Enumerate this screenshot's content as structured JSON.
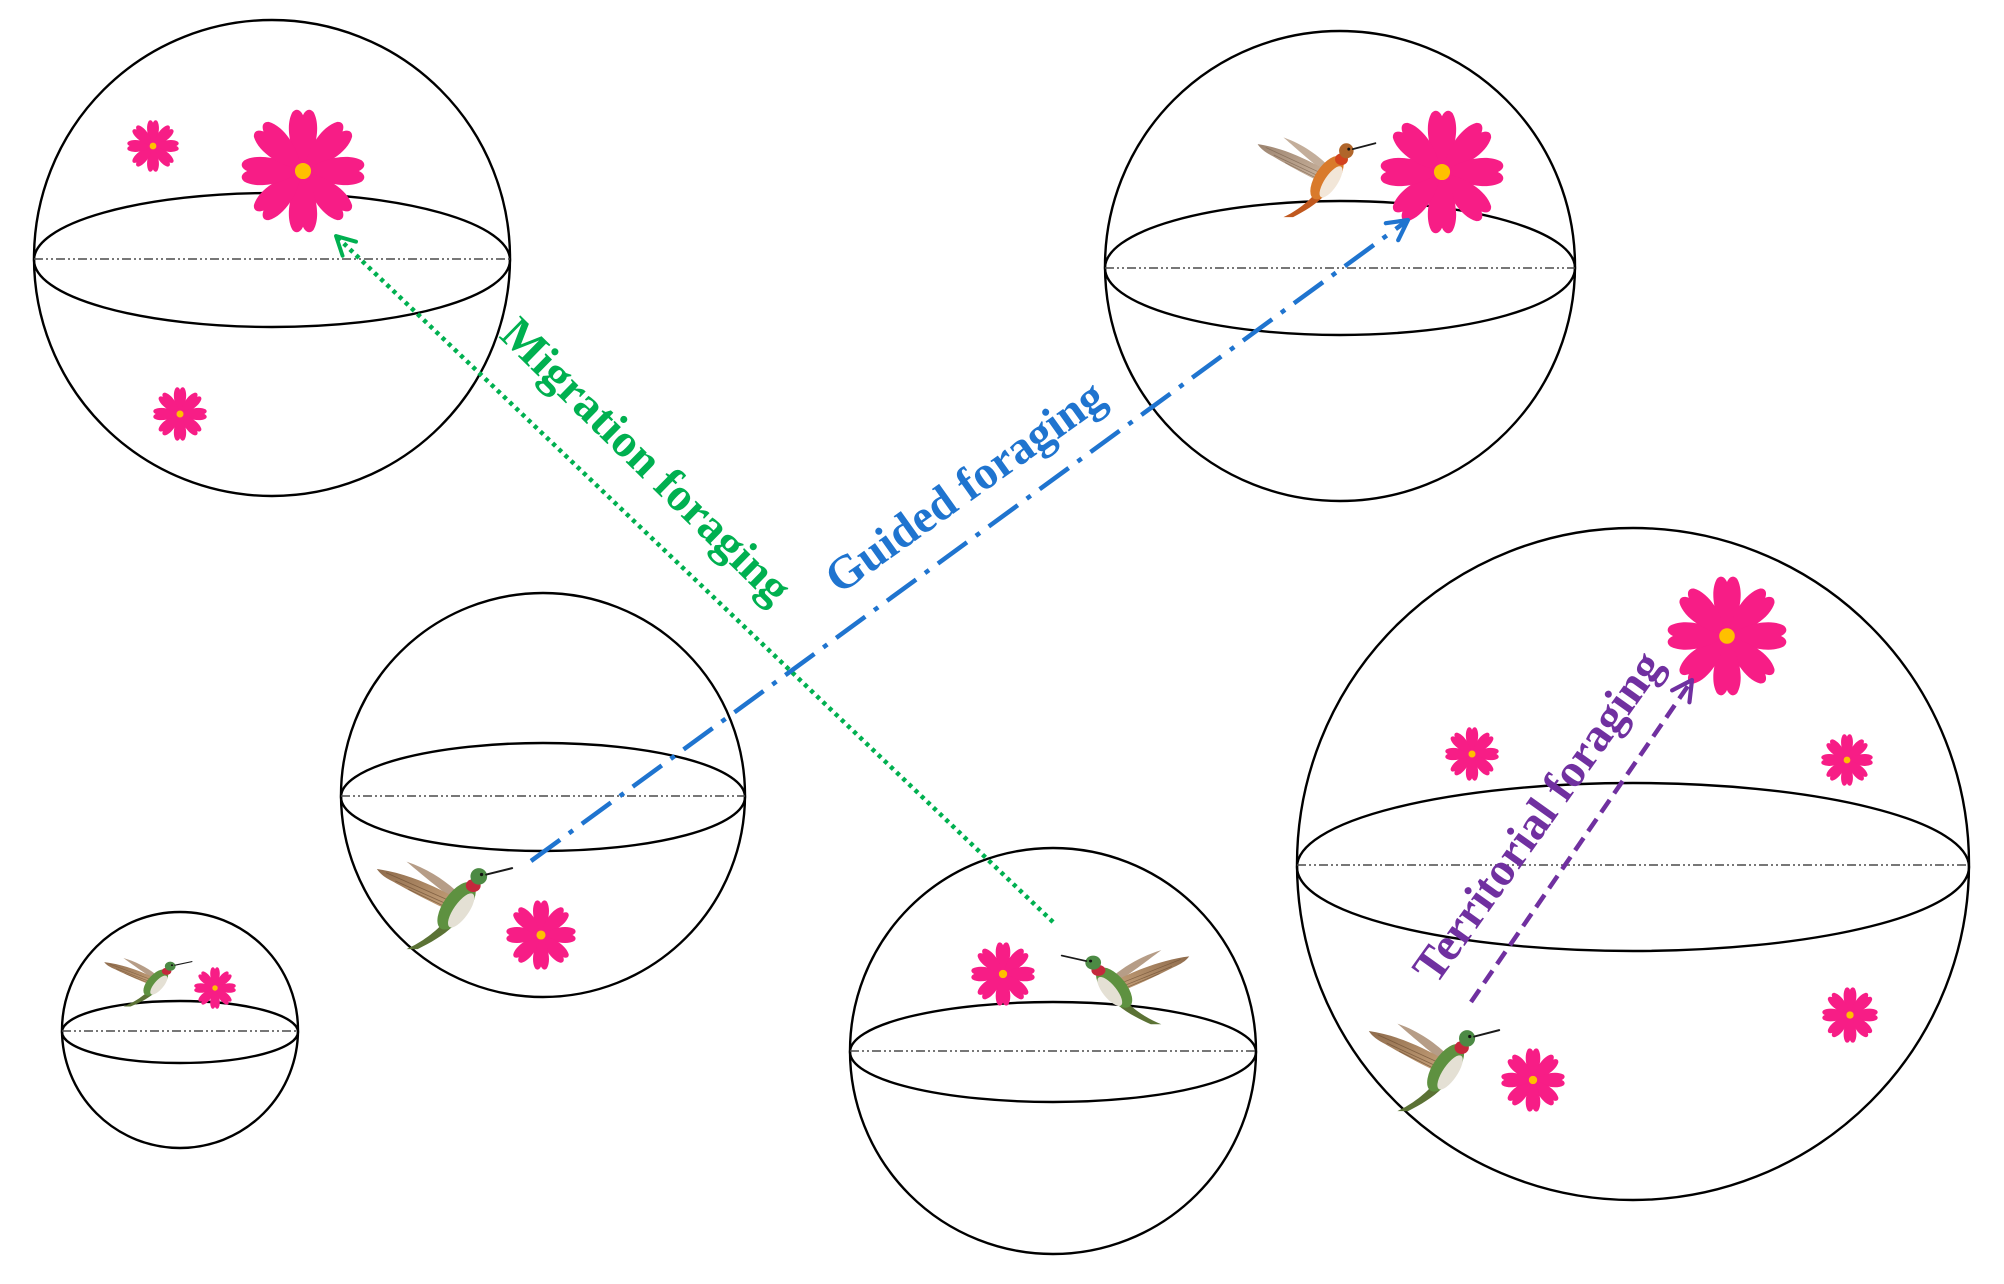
{
  "labels": {
    "migration_foraging": "Migration foraging",
    "guided_foraging": "Guided foraging",
    "territorial_foraging": "Territorial foraging"
  },
  "colors": {
    "migration": "#00B050",
    "guided": "#1F74CF",
    "territorial": "#7030A0",
    "flower_petal": "#F71D86",
    "flower_center": "#FFC000",
    "outline": "#000000"
  },
  "icons": {
    "flower": "flower-icon",
    "hummingbird": "hummingbird-icon"
  }
}
